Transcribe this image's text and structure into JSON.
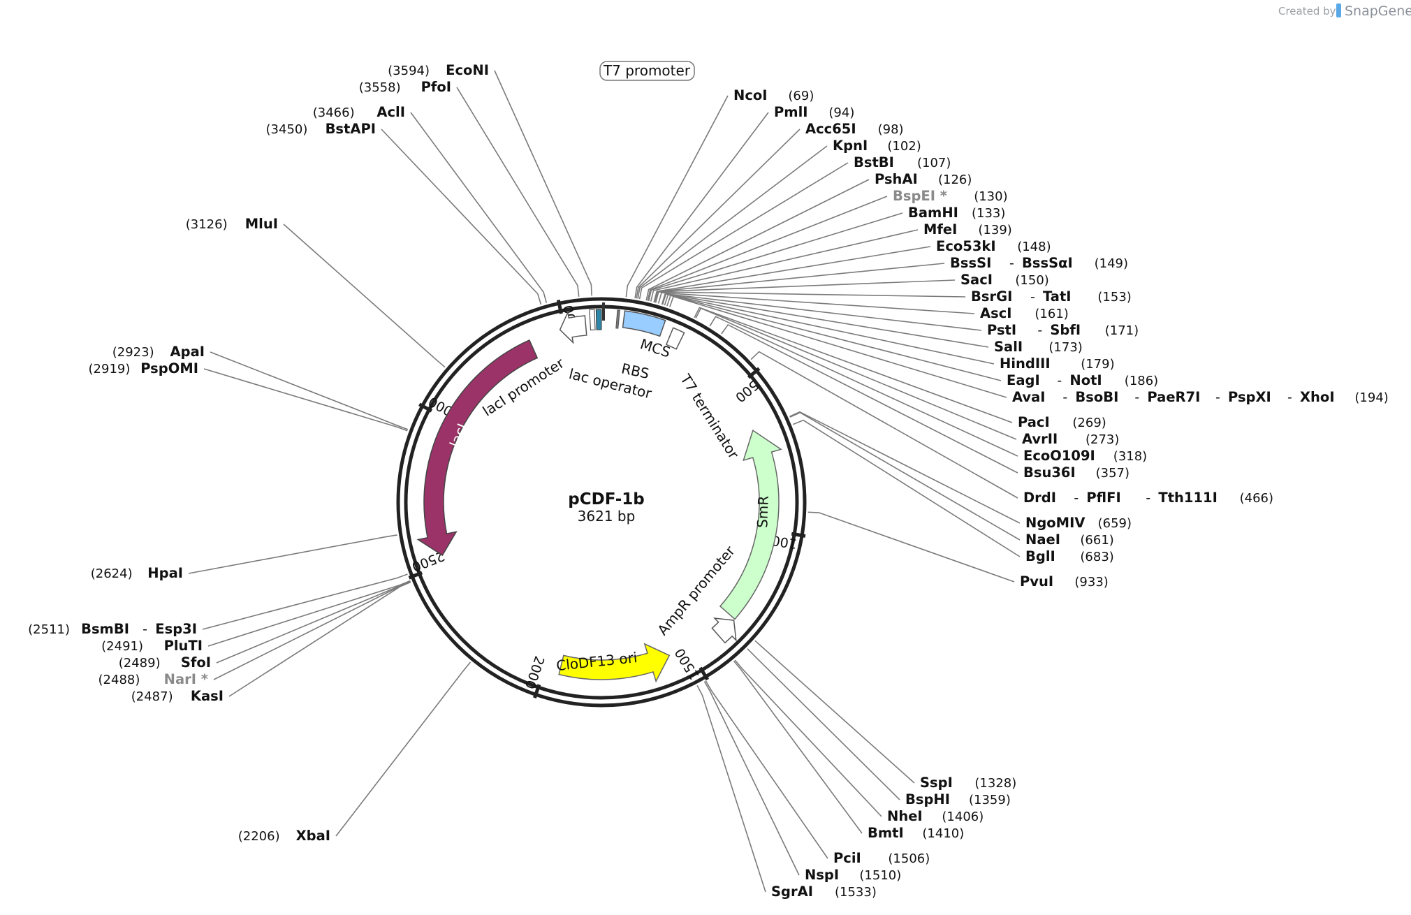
{
  "credit": {
    "prefix": "Created by",
    "brand": "SnapGene"
  },
  "plasmid": {
    "name": "pCDF-1b",
    "length_label": "3621 bp"
  },
  "ticks": [
    "500",
    "1000",
    "1500",
    "2000",
    "2500",
    "3000",
    "3500"
  ],
  "features": {
    "lacI": "lacI",
    "lacI_promoter": "lacI promoter",
    "lac_operator": "lac operator",
    "RBS": "RBS",
    "MCS": "MCS",
    "T7_terminator": "T7 terminator",
    "SmR": "SmR",
    "AmpR_promoter": "AmpR promoter",
    "CloDF13_ori": "CloDF13 ori",
    "T7_promoter": "T7 promoter"
  },
  "sites_right": [
    {
      "names": [
        "NcoI"
      ],
      "pos": "(69)",
      "gray": false
    },
    {
      "names": [
        "PmlI"
      ],
      "pos": "(94)",
      "gray": false
    },
    {
      "names": [
        "Acc65I"
      ],
      "pos": "(98)",
      "gray": false
    },
    {
      "names": [
        "KpnI"
      ],
      "pos": "(102)",
      "gray": false
    },
    {
      "names": [
        "BstBI"
      ],
      "pos": "(107)",
      "gray": false
    },
    {
      "names": [
        "PshAI"
      ],
      "pos": "(126)",
      "gray": false
    },
    {
      "names": [
        "BspEI *"
      ],
      "pos": "(130)",
      "gray": true
    },
    {
      "names": [
        "BamHI"
      ],
      "pos": "(133)",
      "gray": false
    },
    {
      "names": [
        "MfeI"
      ],
      "pos": "(139)",
      "gray": false
    },
    {
      "names": [
        "Eco53kI"
      ],
      "pos": "(148)",
      "gray": false
    },
    {
      "names": [
        "BssSI",
        "BssSαI"
      ],
      "pos": "(149)",
      "gray": false
    },
    {
      "names": [
        "SacI"
      ],
      "pos": "(150)",
      "gray": false
    },
    {
      "names": [
        "BsrGI",
        "TatI"
      ],
      "pos": "(153)",
      "gray": false
    },
    {
      "names": [
        "AscI"
      ],
      "pos": "(161)",
      "gray": false
    },
    {
      "names": [
        "PstI",
        "SbfI"
      ],
      "pos": "(171)",
      "gray": false
    },
    {
      "names": [
        "SalI"
      ],
      "pos": "(173)",
      "gray": false
    },
    {
      "names": [
        "HindIII"
      ],
      "pos": "(179)",
      "gray": false
    },
    {
      "names": [
        "EagI",
        "NotI"
      ],
      "pos": "(186)",
      "gray": false
    },
    {
      "names": [
        "AvaI",
        "BsoBI",
        "PaeR7I",
        "PspXI",
        "XhoI"
      ],
      "pos": "(194)",
      "gray": false
    },
    {
      "names": [
        "PacI"
      ],
      "pos": "(269)",
      "gray": false
    },
    {
      "names": [
        "AvrII"
      ],
      "pos": "(273)",
      "gray": false
    },
    {
      "names": [
        "EcoO109I"
      ],
      "pos": "(318)",
      "gray": false
    },
    {
      "names": [
        "Bsu36I"
      ],
      "pos": "(357)",
      "gray": false
    },
    {
      "names": [
        "DrdI",
        "PflFI",
        "Tth111I"
      ],
      "pos": "(466)",
      "gray": false
    },
    {
      "names": [
        "NgoMIV"
      ],
      "pos": "(659)",
      "gray": false
    },
    {
      "names": [
        "NaeI"
      ],
      "pos": "(661)",
      "gray": false
    },
    {
      "names": [
        "BglI"
      ],
      "pos": "(683)",
      "gray": false
    },
    {
      "names": [
        "PvuI"
      ],
      "pos": "(933)",
      "gray": false
    },
    {
      "names": [
        "SspI"
      ],
      "pos": "(1328)",
      "gray": false
    },
    {
      "names": [
        "BspHI"
      ],
      "pos": "(1359)",
      "gray": false
    },
    {
      "names": [
        "NheI"
      ],
      "pos": "(1406)",
      "gray": false
    },
    {
      "names": [
        "BmtI"
      ],
      "pos": "(1410)",
      "gray": false
    },
    {
      "names": [
        "PciI"
      ],
      "pos": "(1506)",
      "gray": false
    },
    {
      "names": [
        "NspI"
      ],
      "pos": "(1510)",
      "gray": false
    },
    {
      "names": [
        "SgrAI"
      ],
      "pos": "(1533)",
      "gray": false
    }
  ],
  "sites_left": [
    {
      "names": [
        "EcoNI"
      ],
      "pos": "(3594)",
      "gray": false
    },
    {
      "names": [
        "PfoI"
      ],
      "pos": "(3558)",
      "gray": false
    },
    {
      "names": [
        "AclI"
      ],
      "pos": "(3466)",
      "gray": false
    },
    {
      "names": [
        "BstAPI"
      ],
      "pos": "(3450)",
      "gray": false
    },
    {
      "names": [
        "MluI"
      ],
      "pos": "(3126)",
      "gray": false
    },
    {
      "names": [
        "ApaI"
      ],
      "pos": "(2923)",
      "gray": false
    },
    {
      "names": [
        "PspOMI"
      ],
      "pos": "(2919)",
      "gray": false
    },
    {
      "names": [
        "HpaI"
      ],
      "pos": "(2624)",
      "gray": false
    },
    {
      "names": [
        "BsmBI",
        "Esp3I"
      ],
      "pos": "(2511)",
      "gray": false
    },
    {
      "names": [
        "PluTI"
      ],
      "pos": "(2491)",
      "gray": false
    },
    {
      "names": [
        "SfoI"
      ],
      "pos": "(2489)",
      "gray": false
    },
    {
      "names": [
        "NarI *"
      ],
      "pos": "(2488)",
      "gray": true
    },
    {
      "names": [
        "KasI"
      ],
      "pos": "(2487)",
      "gray": false
    },
    {
      "names": [
        "XbaI"
      ],
      "pos": "(2206)",
      "gray": false
    }
  ],
  "colors": {
    "backbone": "#222222",
    "lacI": "#9b3368",
    "SmR": "#ccffcc",
    "CloDF13_ori": "#ffff00",
    "MCS": "#99ccff",
    "lac_operator": "#2e87a8",
    "label_gray": "#8a8a8a",
    "leader": "#7a7a7a"
  }
}
